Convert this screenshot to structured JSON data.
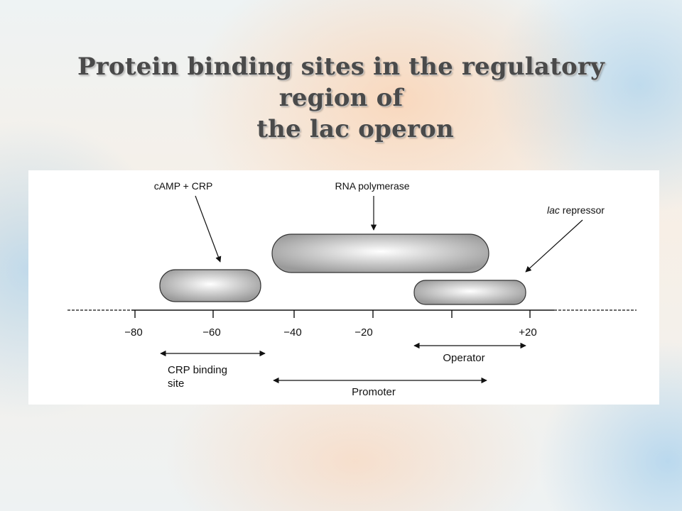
{
  "title": {
    "line1": "Protein binding sites in the regulatory region of",
    "line2": "the lac operon"
  },
  "diagram": {
    "labels": {
      "camp_crp": "cAMP + CRP",
      "rna_polymerase": "RNA polymerase",
      "lac_repressor_italic": "lac",
      "lac_repressor_rest": " repressor"
    },
    "ticks": [
      {
        "label": "−80"
      },
      {
        "label": "−60"
      },
      {
        "label": "−40"
      },
      {
        "label": "−20"
      },
      {
        "label": ""
      },
      {
        "label": ""
      },
      {
        "label": "+20"
      }
    ],
    "regions": {
      "crp_binding_line1": "CRP binding",
      "crp_binding_line2": "site",
      "operator": "Operator",
      "promoter": "Promoter"
    },
    "colors": {
      "protein_fill_center": "#ffffff",
      "protein_fill_edge": "#9a9a9a",
      "protein_stroke": "#333333",
      "line": "#111111"
    }
  }
}
